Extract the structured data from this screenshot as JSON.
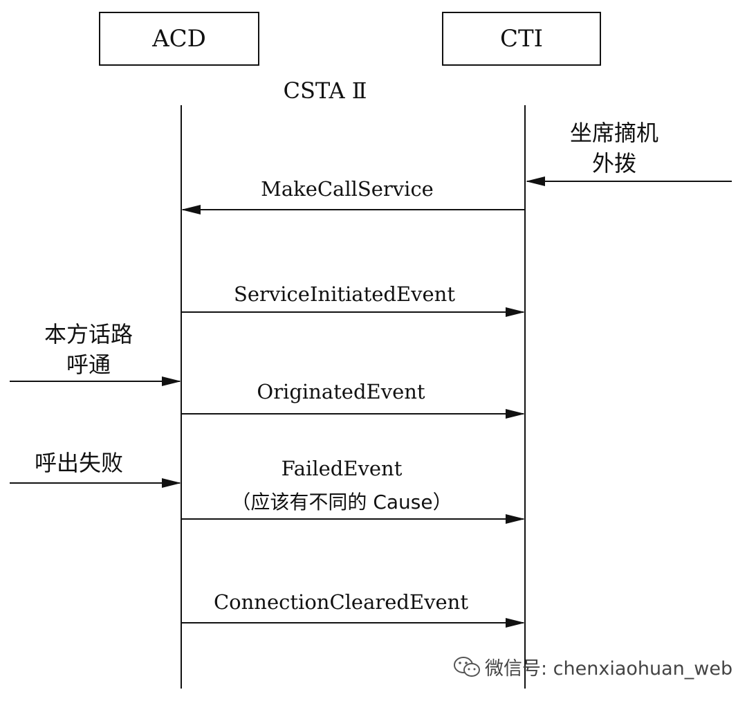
{
  "participants": {
    "acd": "ACD",
    "cti": "CTI"
  },
  "protocol_label": "CSTA Ⅱ",
  "external_labels": {
    "agent_offhook_line1": "坐席摘机",
    "agent_offhook_line2": "外拨",
    "local_connected_line1": "本方话路",
    "local_connected_line2": "呼通",
    "call_failed": "呼出失败"
  },
  "messages": [
    {
      "label": "MakeCallService",
      "direction": "CTI→ACD"
    },
    {
      "label": "ServiceInitiatedEvent",
      "direction": "ACD→CTI"
    },
    {
      "label": "OriginatedEvent",
      "direction": "ACD→CTI"
    },
    {
      "label": "FailedEvent",
      "sublabel": "（应该有不同的 Cause）",
      "direction": "ACD→CTI"
    },
    {
      "label": "ConnectionClearedEvent",
      "direction": "ACD→CTI"
    }
  ],
  "watermark": {
    "text": "微信号: chenxiaohuan_web",
    "icon": "wechat-icon"
  }
}
